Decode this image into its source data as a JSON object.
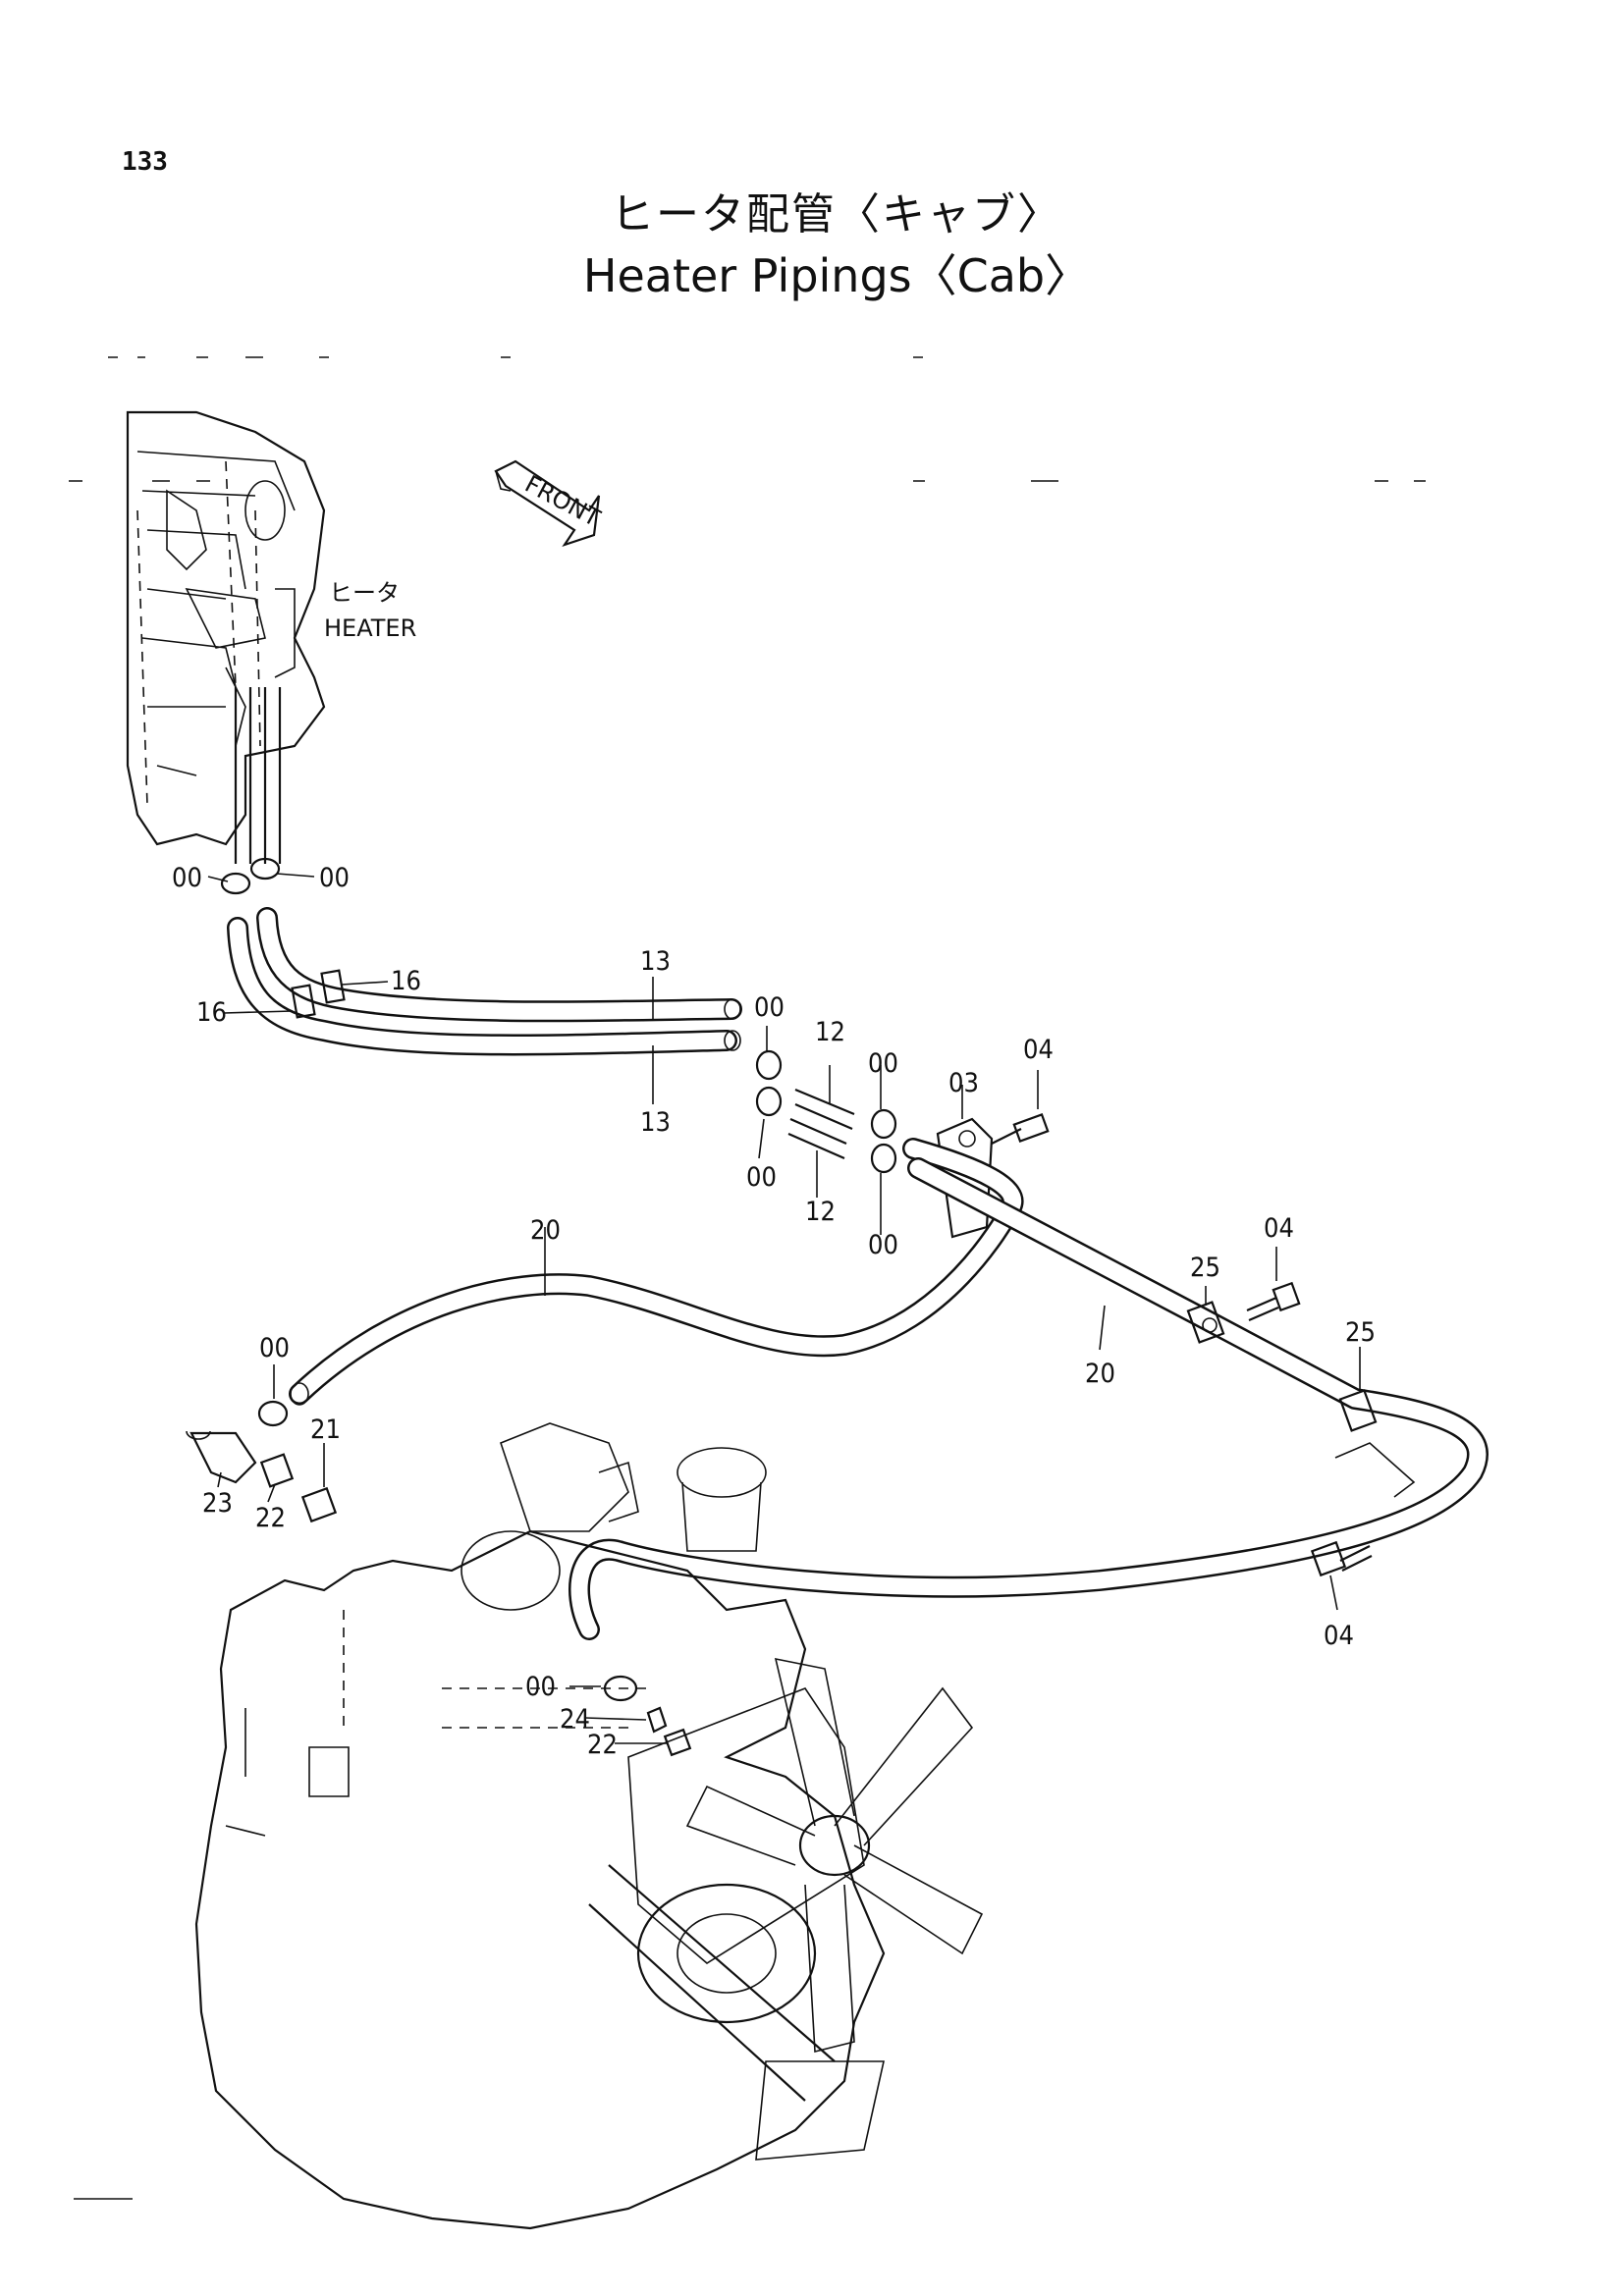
{
  "page_number": "133",
  "title_jp": "ヒータ配管〈キャブ〉",
  "title_en": "Heater Pipings〈Cab〉",
  "front_label": "FRONT",
  "heater_label_jp": "ヒータ",
  "heater_label_en": "HEATER",
  "callouts": {
    "c00_a": "00",
    "c00_b": "00",
    "c00_c": "00",
    "c00_d": "00",
    "c00_e": "00",
    "c00_f": "00",
    "c00_g": "00",
    "c00_h": "00",
    "c03": "03",
    "c04_a": "04",
    "c04_b": "04",
    "c04_c": "04",
    "c12_a": "12",
    "c12_b": "12",
    "c13_a": "13",
    "c13_b": "13",
    "c16_a": "16",
    "c16_b": "16",
    "c20_a": "20",
    "c20_b": "20",
    "c21": "21",
    "c22_a": "22",
    "c22_b": "22",
    "c23": "23",
    "c24": "24",
    "c25_a": "25",
    "c25_b": "25"
  }
}
